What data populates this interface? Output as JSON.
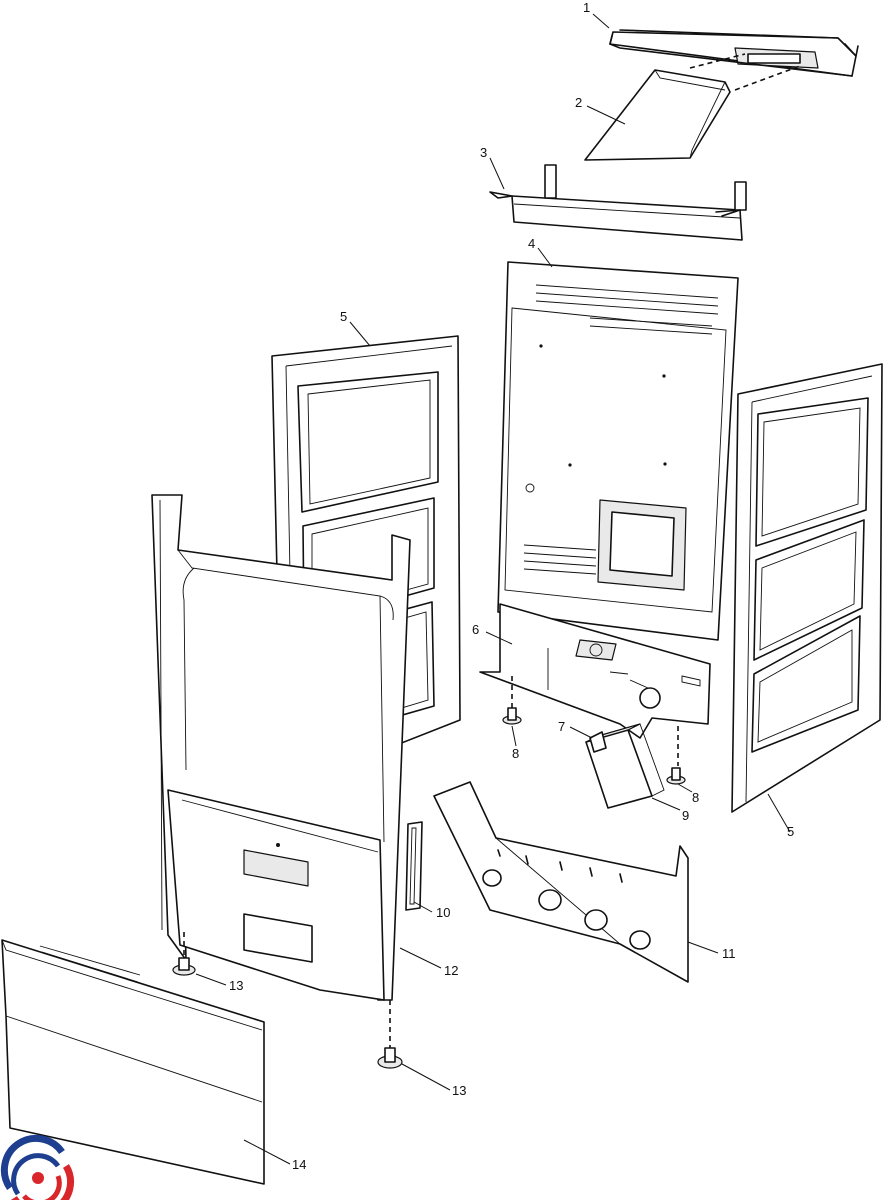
{
  "callouts": [
    {
      "id": "c1",
      "text": "1"
    },
    {
      "id": "c2",
      "text": "2"
    },
    {
      "id": "c3",
      "text": "3"
    },
    {
      "id": "c4",
      "text": "4"
    },
    {
      "id": "c5a",
      "text": "5"
    },
    {
      "id": "c5b",
      "text": "5"
    },
    {
      "id": "c6",
      "text": "6"
    },
    {
      "id": "c7",
      "text": "7"
    },
    {
      "id": "c8a",
      "text": "8"
    },
    {
      "id": "c8b",
      "text": "8"
    },
    {
      "id": "c9",
      "text": "9"
    },
    {
      "id": "c10",
      "text": "10"
    },
    {
      "id": "c11",
      "text": "11"
    },
    {
      "id": "c12",
      "text": "12"
    },
    {
      "id": "c13a",
      "text": "13"
    },
    {
      "id": "c13b",
      "text": "13"
    },
    {
      "id": "c14",
      "text": "14"
    }
  ],
  "logo": {
    "icon": "brand-swirl-logo",
    "colors": [
      "#1e3f8f",
      "#d9262b"
    ]
  }
}
